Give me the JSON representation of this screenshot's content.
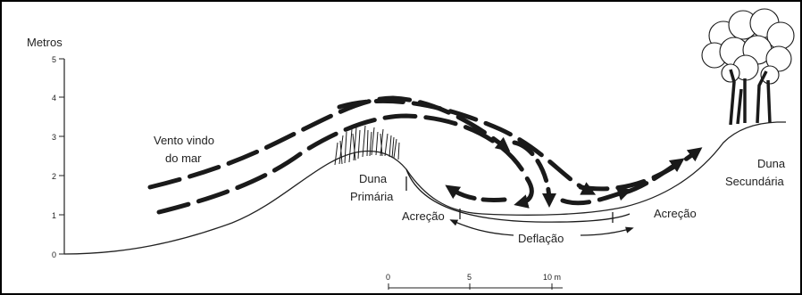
{
  "diagram": {
    "y_axis_label": "Metros",
    "y_ticks": [
      "0",
      "1",
      "2",
      "3",
      "4",
      "5"
    ],
    "labels": {
      "wind_from_sea_line1": "Vento vindo",
      "wind_from_sea_line2": "do mar",
      "primary_dune_line1": "Duna",
      "primary_dune_line2": "Primária",
      "secondary_dune_line1": "Duna",
      "secondary_dune_line2": "Secundária",
      "accretion_left": "Acreção",
      "accretion_right": "Acreção",
      "deflation": "Deflação"
    },
    "scale_bar": {
      "ticks": [
        "0",
        "5",
        "10 m"
      ]
    },
    "icons": [
      "grass-icon",
      "tree-icon",
      "wind-arrow-icon"
    ],
    "colors": {
      "ink": "#1a1a1a",
      "background": "#ffffff",
      "frame": "#000000"
    }
  }
}
